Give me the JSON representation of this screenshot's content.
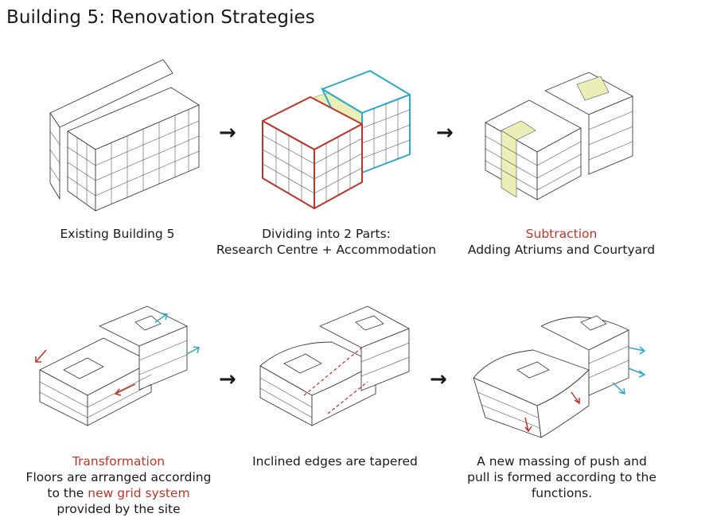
{
  "title": "Building 5: Renovation Strategies",
  "arrows": {
    "glyph": "→"
  },
  "panels": [
    {
      "id": "existing",
      "lines": [
        "Existing Building 5"
      ]
    },
    {
      "id": "dividing",
      "lines": [
        "Dividing into 2 Parts:",
        "Research Centre + Accommodation"
      ]
    },
    {
      "id": "subtraction",
      "heading": "Subtraction",
      "lines": [
        "Adding Atriums and Courtyard"
      ]
    },
    {
      "id": "transformation",
      "heading": "Transformation",
      "line1": "Floors are arranged according",
      "line2_prefix": "to the ",
      "line2_highlight": "new grid system",
      "line3": "provided by the site"
    },
    {
      "id": "tapered",
      "lines": [
        "Inclined edges are tapered"
      ]
    },
    {
      "id": "massing",
      "lines": [
        "A new massing of push and",
        "pull is formed according to the",
        "functions."
      ]
    }
  ],
  "colors": {
    "outline": "#3a3a3a",
    "highlight_red": "#b8362b",
    "accent_blue": "#2ea7c9",
    "atrium_yellow": "#e9efb7"
  },
  "icons": [
    "right-arrow-icon",
    "movement-arrow-icon"
  ]
}
